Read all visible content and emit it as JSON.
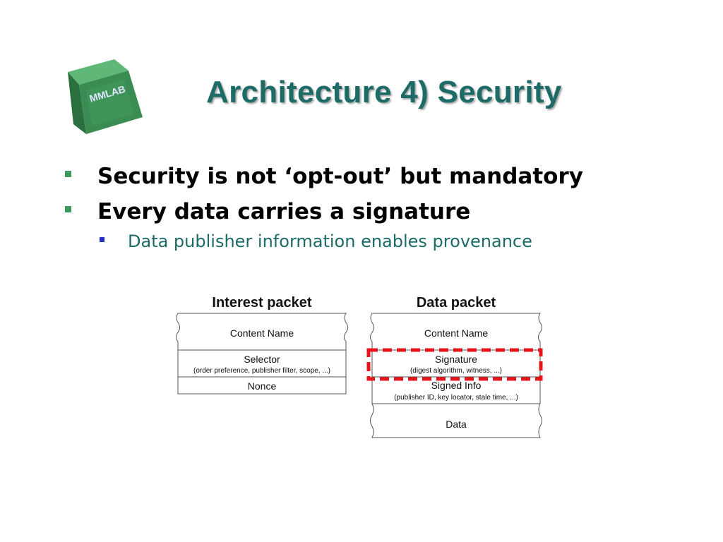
{
  "slide": {
    "title": "Architecture 4) Security",
    "logo_text": "MMLAB"
  },
  "bullets": [
    {
      "text": "Security is not ‘opt-out’ but mandatory",
      "level": 1
    },
    {
      "text": "Every data carries a signature",
      "level": 1
    },
    {
      "text": "Data publisher information enables provenance",
      "level": 2
    }
  ],
  "diagram": {
    "interest_packet": {
      "title": "Interest packet",
      "fields": [
        {
          "name": "Content Name"
        },
        {
          "name": "Selector",
          "detail": "(order preference, publisher filter, scope, ...)"
        },
        {
          "name": "Nonce"
        }
      ]
    },
    "data_packet": {
      "title": "Data packet",
      "fields": [
        {
          "name": "Content Name"
        },
        {
          "name": "Signature",
          "detail": "(digest algorithm, witness, ...)"
        },
        {
          "name": "Signed Info",
          "detail": "(publisher ID, key locator, stale time, ...)"
        },
        {
          "name": "Data"
        }
      ]
    },
    "highlight_color": "#e8141c"
  },
  "colors": {
    "title": "#1c6b66",
    "bullet_level1": "#3d9a5d",
    "bullet_level2": "#2233cc",
    "logo_green": "#3a8c52"
  }
}
